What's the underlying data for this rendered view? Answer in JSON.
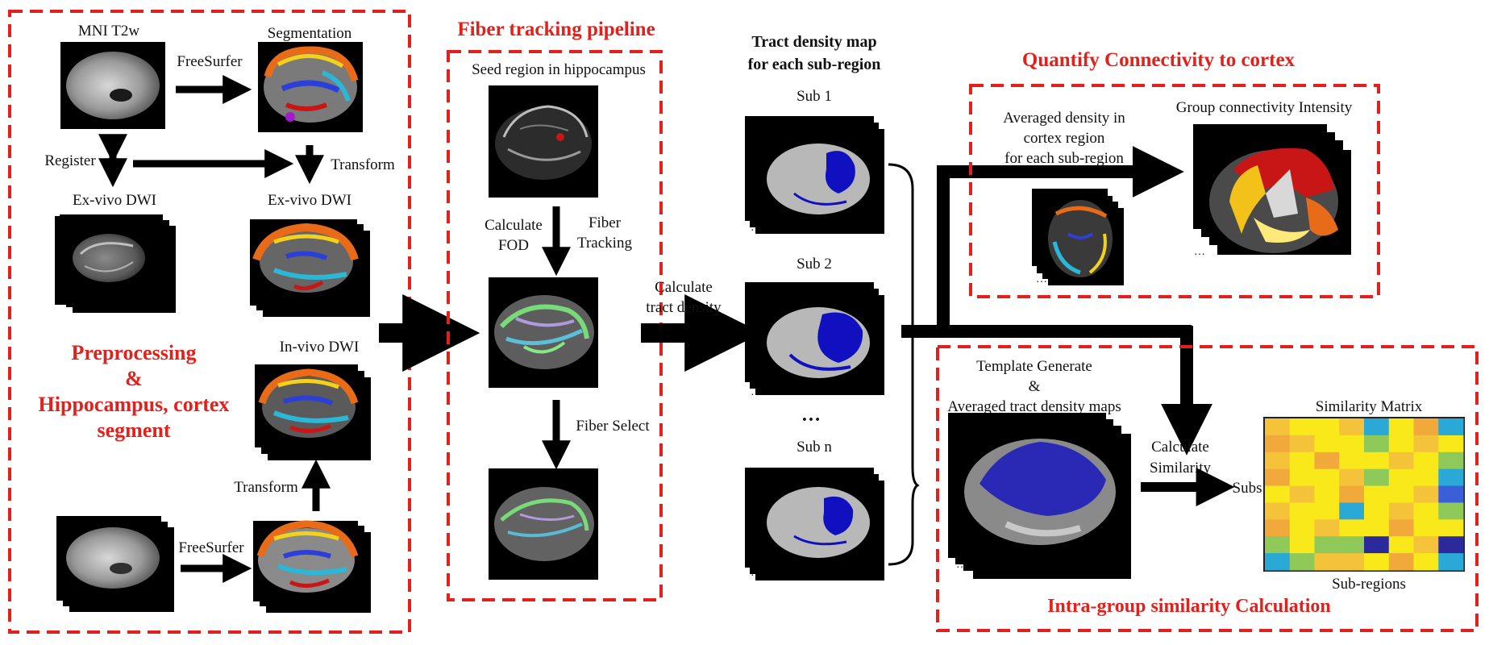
{
  "diagram": {
    "preprocessing": {
      "label_mni": "MNI T2w",
      "label_segmentation": "Segmentation",
      "label_freesurfer_top": "FreeSurfer",
      "label_register": "Register",
      "label_transform_top": "Transform",
      "label_exvivo_left": "Ex-vivo DWI",
      "label_exvivo_right": "Ex-vivo DWI",
      "label_invivo": "In-vivo DWI",
      "label_transform_bottom": "Transform",
      "label_freesurfer_bottom": "FreeSurfer",
      "title_line1": "Preprocessing",
      "title_line2": "&",
      "title_line3": "Hippocampus, cortex",
      "title_line4": "segment"
    },
    "fiber": {
      "title": "Fiber tracking pipeline",
      "label_seed": "Seed region in hippocampus",
      "label_calc1": "Calculate",
      "label_calc2": "FOD",
      "label_fiber1": "Fiber",
      "label_fiber2": "Tracking",
      "label_select": "Fiber Select"
    },
    "tract": {
      "label_calc1": "Calculate",
      "label_calc2": "tract density",
      "title_line1": "Tract density map",
      "title_line2": "for each sub-region",
      "label_sub1": "Sub 1",
      "label_sub2": "Sub 2",
      "label_subn": "Sub n",
      "ellipsis": "…",
      "dots_1": "…",
      "dots_2": "…",
      "dots_3": "…"
    },
    "connectivity": {
      "title": "Quantify Connectivity  to cortex",
      "label_avg1": "Averaged density in",
      "label_avg2": "cortex region",
      "label_avg3": "for each sub-region",
      "label_group": "Group connectivity Intensity",
      "dots_1": "…",
      "dots_2": "…"
    },
    "similarity": {
      "title": "Intra-group similarity Calculation",
      "label_tpl1": "Template Generate",
      "label_tpl2": "&",
      "label_tpl3": "Averaged tract density maps",
      "label_calc1": "Calculate",
      "label_calc2": "Similarity",
      "label_subs": "Subs",
      "label_matrix": "Similarity Matrix",
      "label_subregions": "Sub-regions",
      "dots": "…"
    }
  },
  "colors": {
    "accent_red": "#e2211c",
    "black": "#000000",
    "blue_tract": "#1010c0"
  }
}
